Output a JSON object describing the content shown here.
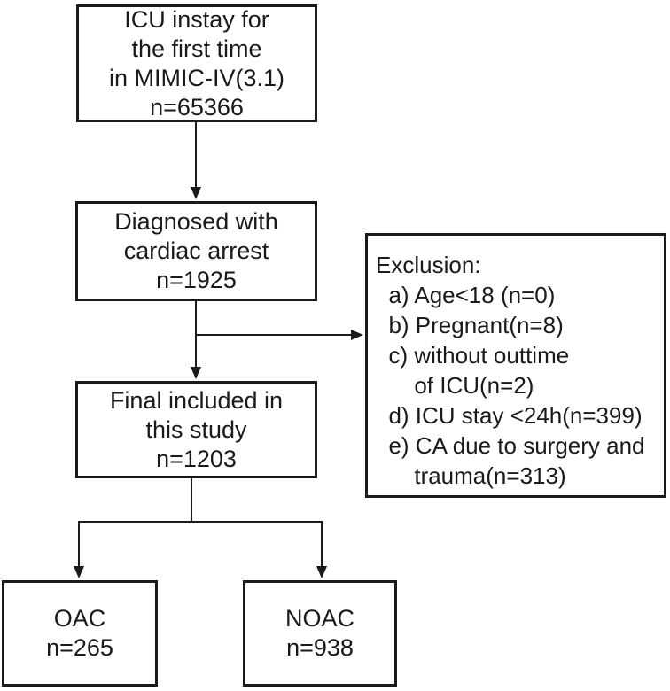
{
  "diagram": {
    "type": "flowchart",
    "nodes": {
      "icu": {
        "text": "ICU instay for\nthe first time\nin MIMIC-IV(3.1)\nn=65366"
      },
      "diagnosed": {
        "text": "Diagnosed with\ncardiac arrest\nn=1925"
      },
      "exclusion": {
        "text": "Exclusion:\n  a) Age<18 (n=0)\n  b) Pregnant(n=8)\n  c) without outtime\n      of ICU(n=2)\n  d) ICU stay <24h(n=399)\n  e) CA due to surgery and\n      trauma(n=313)"
      },
      "final": {
        "text": "Final included in\nthis study\nn=1203"
      },
      "oac": {
        "text": "OAC\nn=265"
      },
      "noac": {
        "text": "NOAC\nn=938"
      }
    },
    "colors": {
      "line": "#1a1a1a",
      "border": "#1a1a1a",
      "text": "#1a1a1a",
      "background": "#ffffff"
    }
  }
}
